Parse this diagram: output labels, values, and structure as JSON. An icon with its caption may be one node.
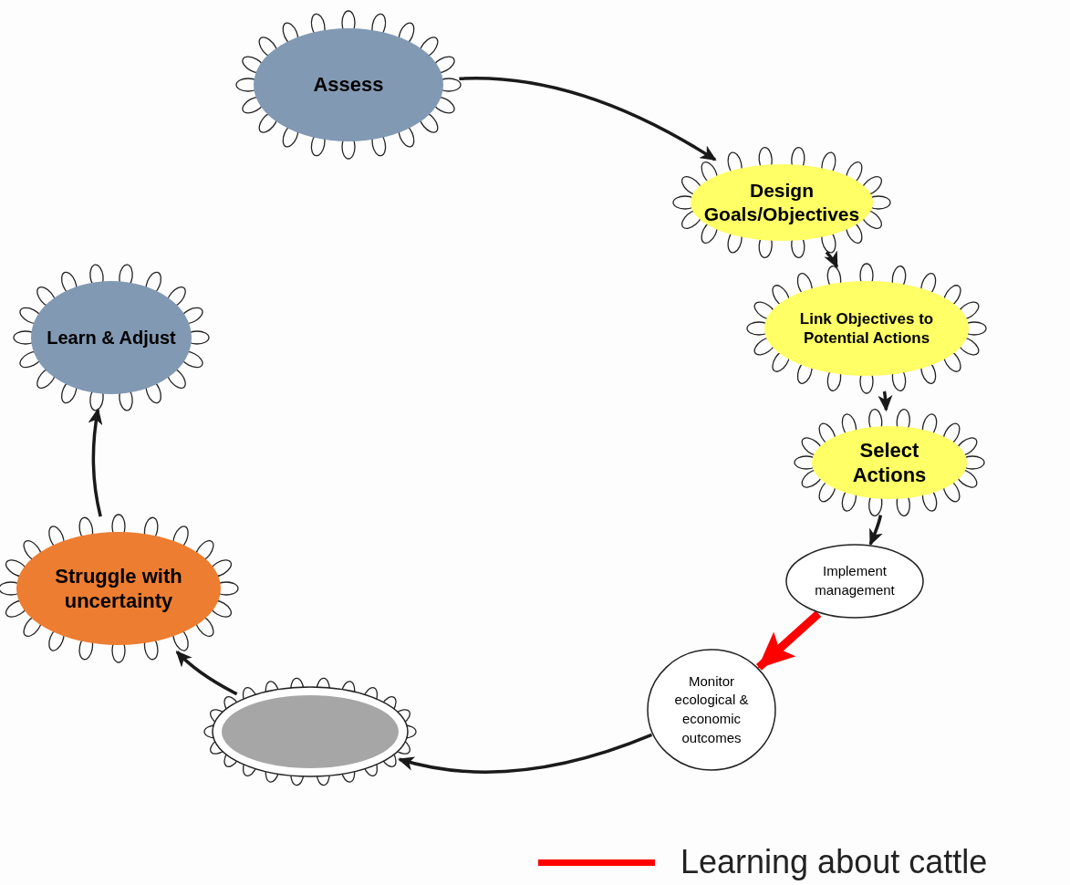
{
  "diagram": {
    "nodes": [
      {
        "text": [
          "Assess"
        ]
      },
      {
        "text": [
          "Design Goals/Objectives"
        ]
      },
      {
        "text": [
          "Link Objectives to Potential Actions"
        ]
      },
      {
        "text": [
          "Select Actions"
        ]
      },
      {
        "text": [
          "Implement management"
        ]
      },
      {
        "text": [
          "Monitor ecological & economic outcomes"
        ]
      },
      {
        "text": [],
        "shape": "ellipse"
      },
      {
        "text": [
          "Struggle with uncertainty"
        ]
      },
      {
        "text": [
          "Learn & Adjust"
        ]
      }
    ],
    "edges": [
      {
        "from": 0,
        "to": 1,
        "arrow": "to"
      },
      {
        "from": 1,
        "to": 2,
        "arrow": "to"
      },
      {
        "from": 2,
        "to": 3,
        "arrow": "to"
      },
      {
        "from": 3,
        "to": 4,
        "arrow": "to"
      },
      {
        "from": 4,
        "to": 5,
        "arrow": "to",
        "style": "thick",
        "color": "#ff0000"
      },
      {
        "from": 5,
        "to": 6,
        "arrow": "to"
      },
      {
        "from": 6,
        "to": 7,
        "arrow": "to"
      },
      {
        "from": 7,
        "to": 8,
        "arrow": "to"
      }
    ],
    "legend": [
      {
        "text": "Learning about cattle"
      }
    ]
  }
}
